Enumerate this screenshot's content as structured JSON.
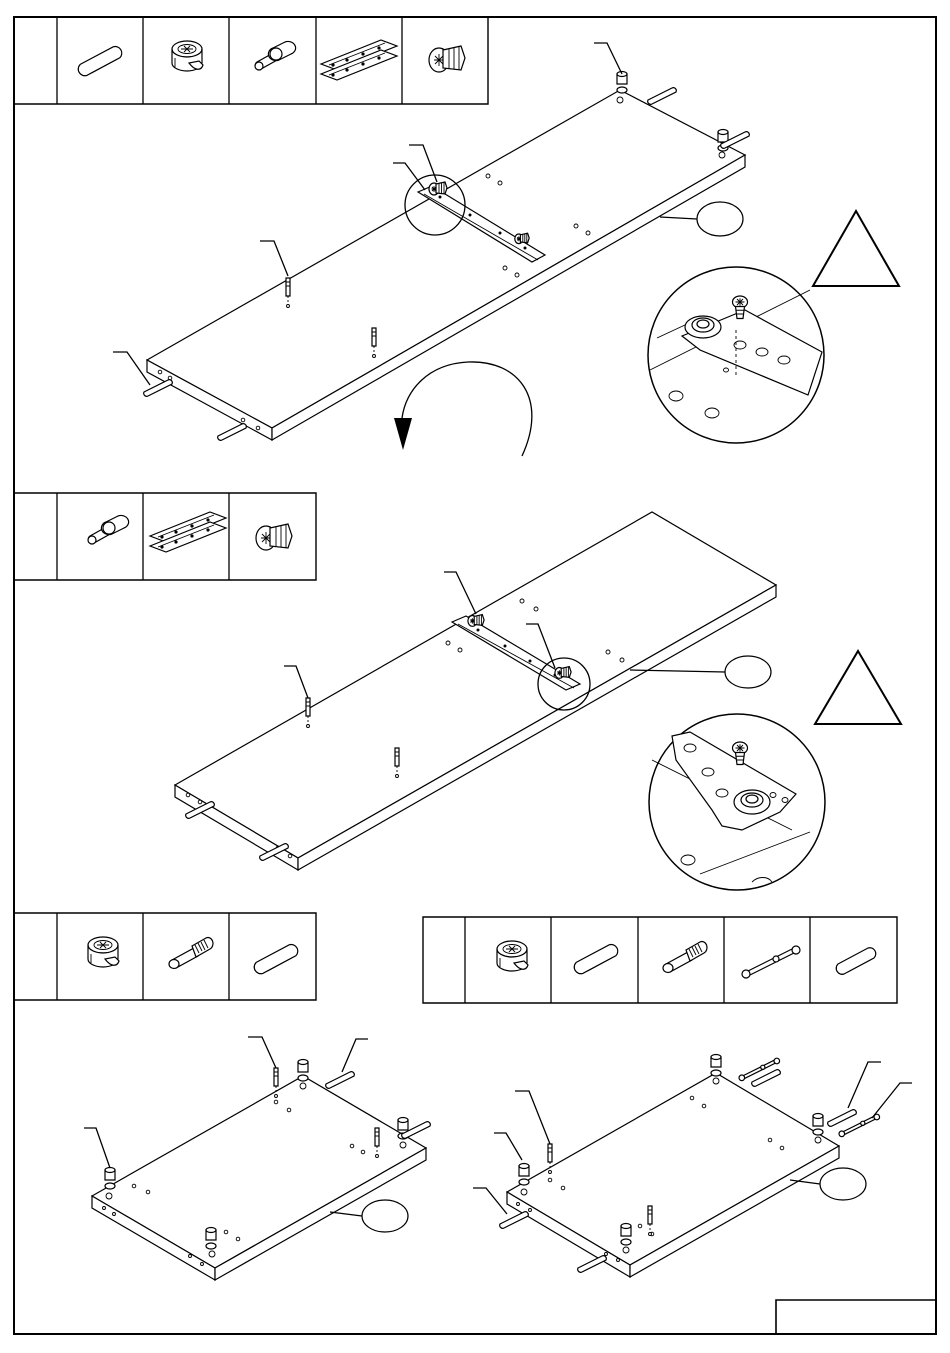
{
  "sheet": {
    "frame": "frame",
    "title_block": ""
  },
  "steps": [
    {
      "id": "step-1",
      "parts_strip": [
        {
          "name": "wooden-dowel",
          "icon": "dowel-icon"
        },
        {
          "name": "cam-lock",
          "icon": "cam-lock-icon"
        },
        {
          "name": "cam-bolt",
          "icon": "cam-bolt-icon"
        },
        {
          "name": "drawer-runner",
          "icon": "drawer-runner-icon"
        },
        {
          "name": "euro-screw",
          "icon": "euro-screw-icon"
        }
      ],
      "panel_label": "",
      "warning": {
        "icon": "warning-triangle-icon"
      },
      "detail": {
        "icon": "magnified-detail-icon"
      },
      "rotation": {
        "icon": "rotate-arrow-icon"
      }
    },
    {
      "id": "step-2",
      "parts_strip": [
        {
          "name": "cam-bolt",
          "icon": "cam-bolt-icon"
        },
        {
          "name": "drawer-runner",
          "icon": "drawer-runner-icon"
        },
        {
          "name": "euro-screw",
          "icon": "euro-screw-icon"
        }
      ],
      "panel_label": "",
      "warning": {
        "icon": "warning-triangle-icon"
      },
      "detail": {
        "icon": "magnified-detail-icon"
      }
    },
    {
      "id": "step-3",
      "parts_strip": [
        {
          "name": "cam-lock",
          "icon": "cam-lock-icon"
        },
        {
          "name": "threaded-cam-bolt",
          "icon": "threaded-cam-bolt-icon"
        },
        {
          "name": "wooden-dowel",
          "icon": "dowel-icon"
        }
      ],
      "panel_label": ""
    },
    {
      "id": "step-4",
      "parts_strip": [
        {
          "name": "cam-lock",
          "icon": "cam-lock-icon"
        },
        {
          "name": "wooden-dowel",
          "icon": "dowel-icon"
        },
        {
          "name": "threaded-cam-bolt",
          "icon": "threaded-cam-bolt-icon"
        },
        {
          "name": "double-ended-bolt",
          "icon": "double-bolt-icon"
        },
        {
          "name": "wooden-dowel",
          "icon": "dowel-icon"
        }
      ],
      "panel_label": ""
    }
  ]
}
